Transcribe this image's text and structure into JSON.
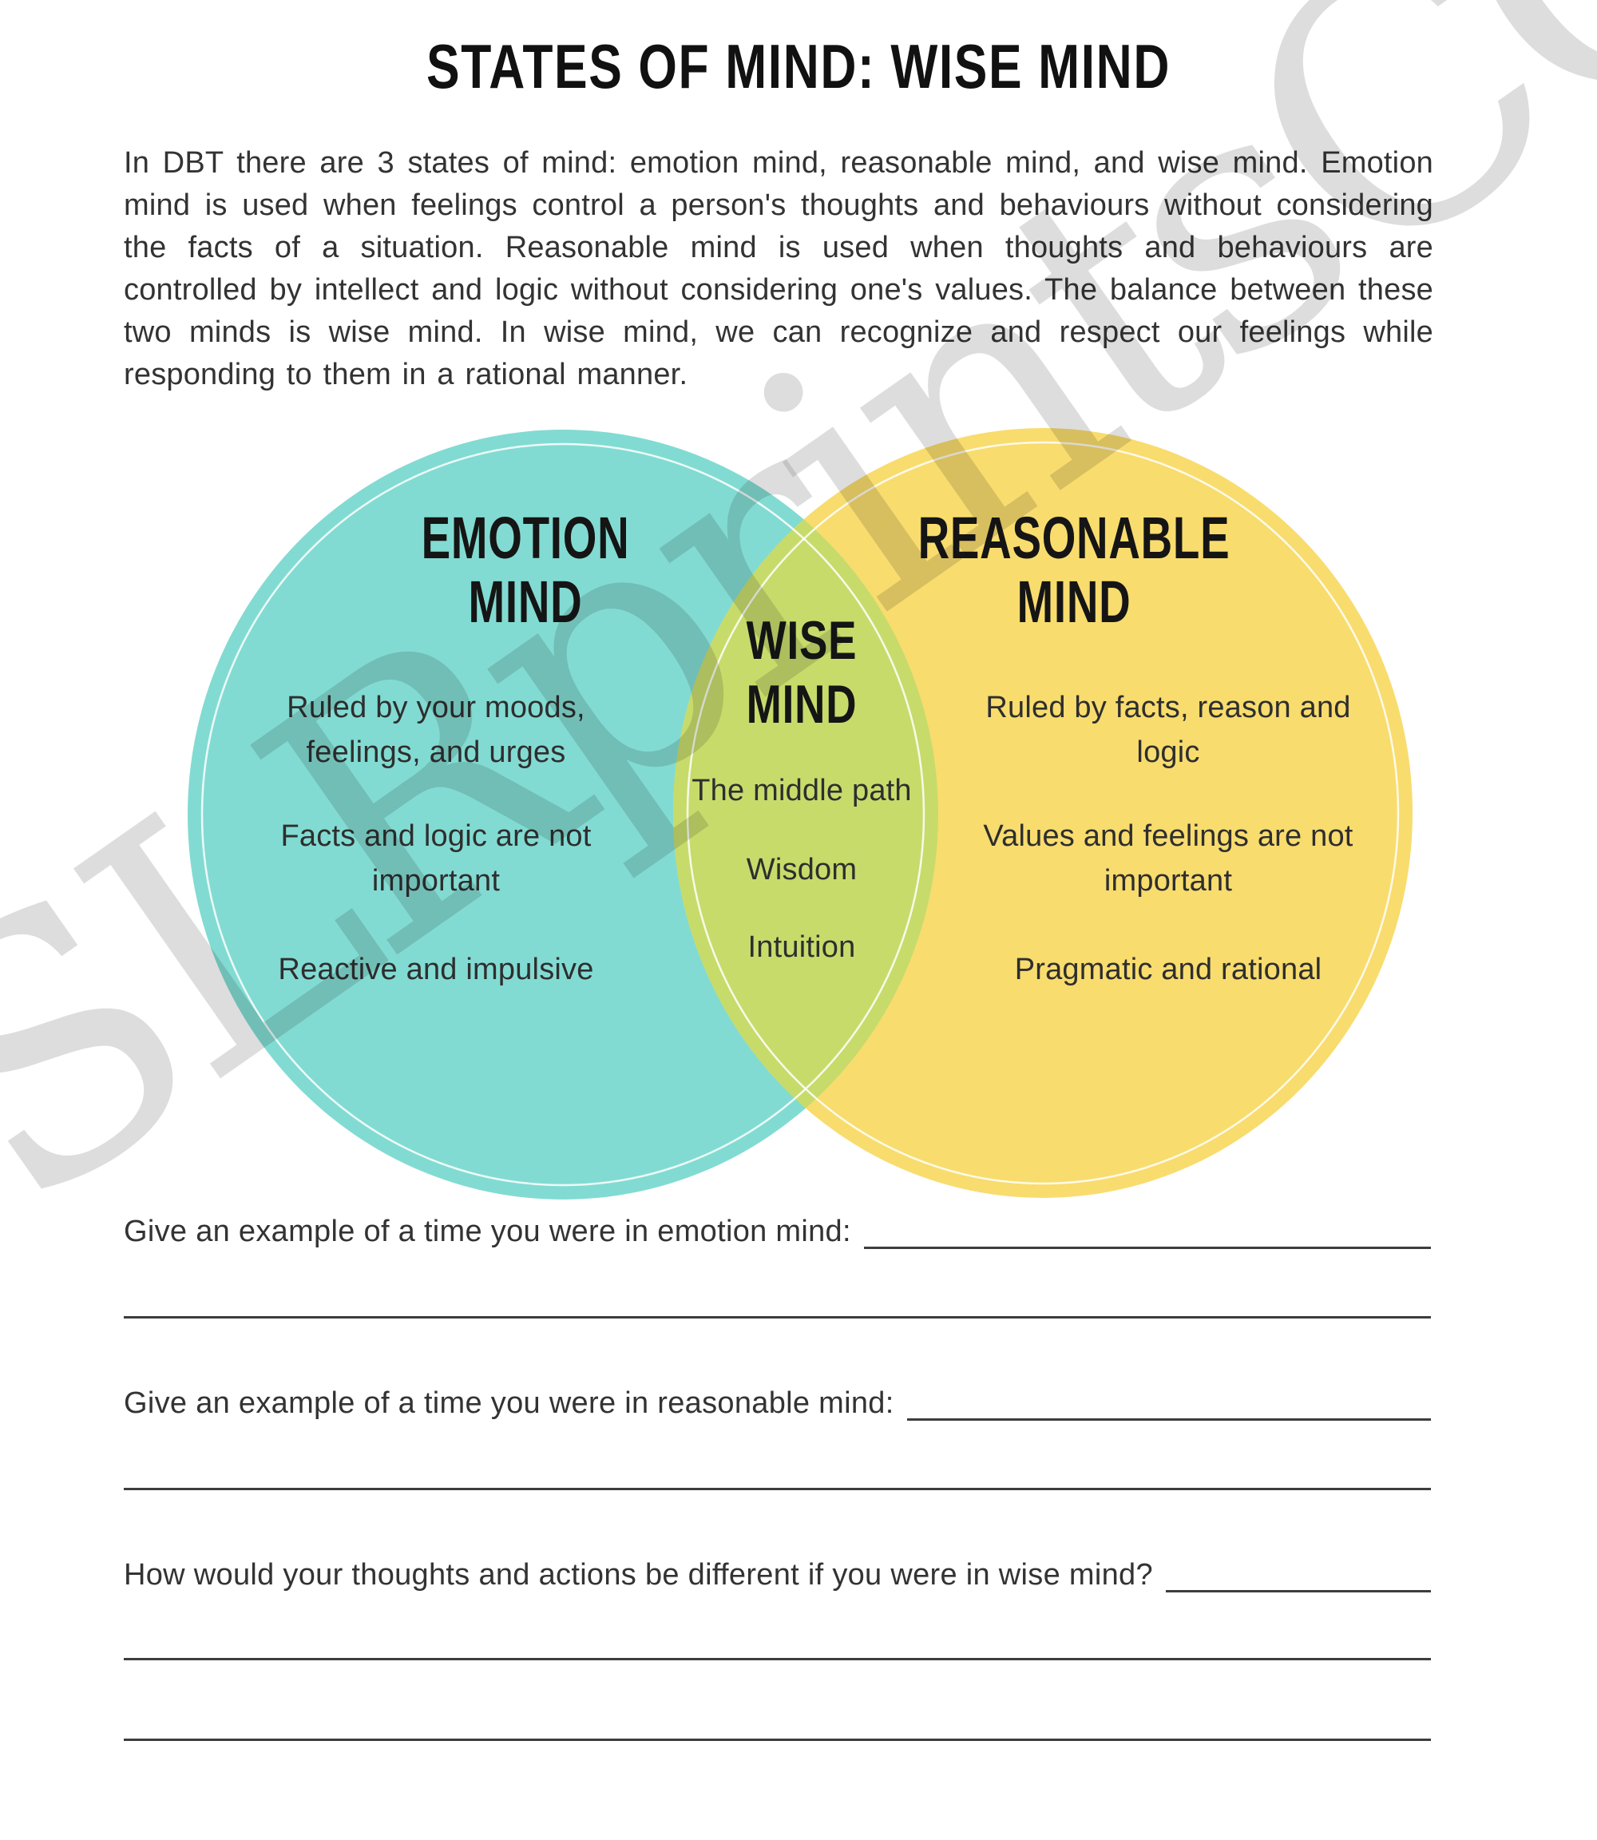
{
  "title": "STATES OF MIND: WISE MIND",
  "intro": "In DBT there are 3 states of mind: emotion mind, reasonable mind, and wise mind. Emotion mind is used when feelings control a person's thoughts and behaviours without considering the facts of a situation. Reasonable mind is used when thoughts and behaviours are controlled by intellect and logic without considering one's values.  The balance between these two minds is wise mind. In wise mind, we can recognize and respect our feelings while responding to them in a rational manner.",
  "venn": {
    "emotion": {
      "title_line1": "EMOTION",
      "title_line2": "MIND",
      "points": [
        "Ruled by your moods, feelings, and urges",
        "Facts and logic are not important",
        "Reactive and impulsive"
      ]
    },
    "wise": {
      "title_line1": "WISE",
      "title_line2": "MIND",
      "points": [
        "The middle path",
        "Wisdom",
        "Intuition"
      ]
    },
    "reasonable": {
      "title_line1": "REASONABLE",
      "title_line2": "MIND",
      "points": [
        "Ruled by facts, reason and logic",
        "Values and feelings are not important",
        "Pragmatic and rational"
      ]
    }
  },
  "questions": [
    {
      "label": "Give an example of a time you were in emotion mind:"
    },
    {
      "label": "Give an example of a time you were in reasonable mind:"
    },
    {
      "label": "How would your thoughts and actions be different if you were in wise mind?"
    }
  ],
  "watermark": "SLRprintsCO",
  "colors": {
    "emotion_circle": "#82DBD2",
    "reasonable_circle": "#F8DC6E",
    "wise_overlap": "#C7DB6B",
    "ring": "#FFFFFF",
    "rule_line": "#3D3D3D",
    "heading_text": "#151515",
    "body_text": "#2E2E2E",
    "watermark_gray": "#7D7D7D"
  }
}
